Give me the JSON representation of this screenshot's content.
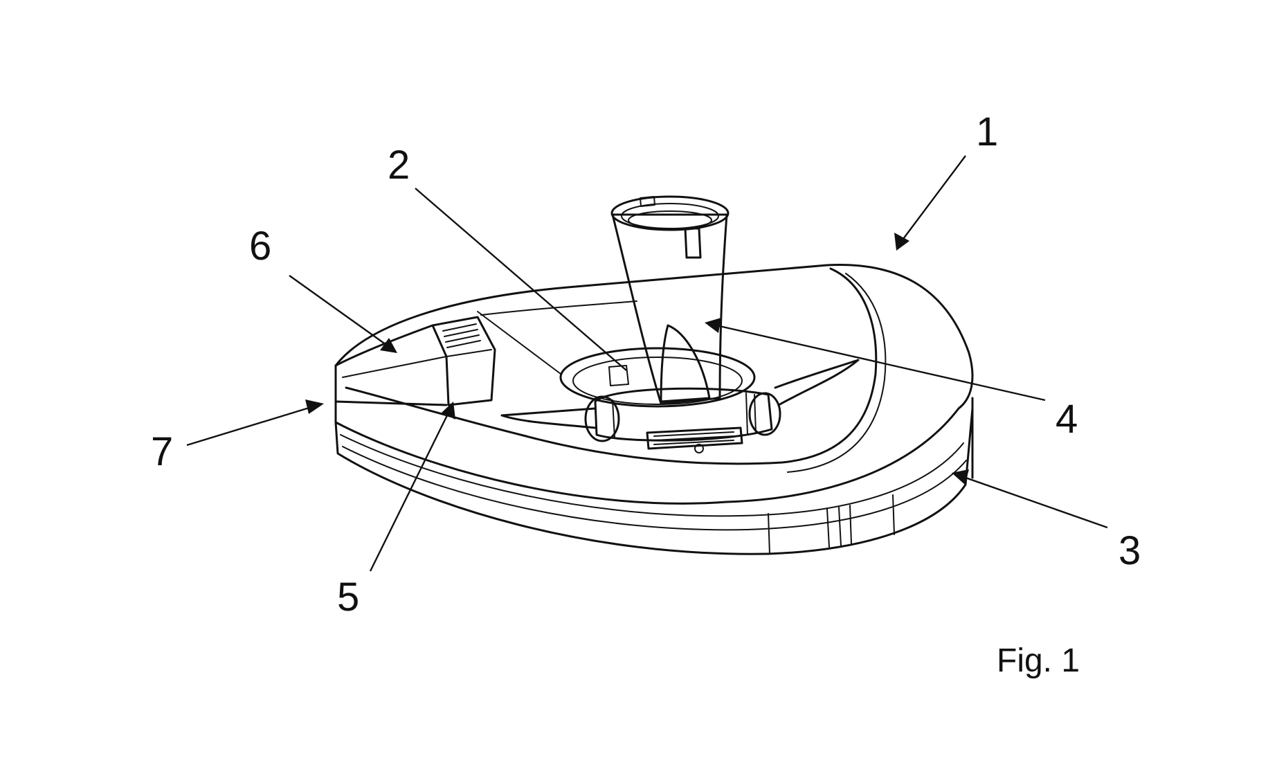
{
  "figure": {
    "caption": "Fig. 1",
    "reference_numerals": [
      {
        "id": "1",
        "text": "1"
      },
      {
        "id": "2",
        "text": "2"
      },
      {
        "id": "3",
        "text": "3"
      },
      {
        "id": "4",
        "text": "4"
      },
      {
        "id": "5",
        "text": "5"
      },
      {
        "id": "6",
        "text": "6"
      },
      {
        "id": "7",
        "text": "7"
      }
    ]
  }
}
